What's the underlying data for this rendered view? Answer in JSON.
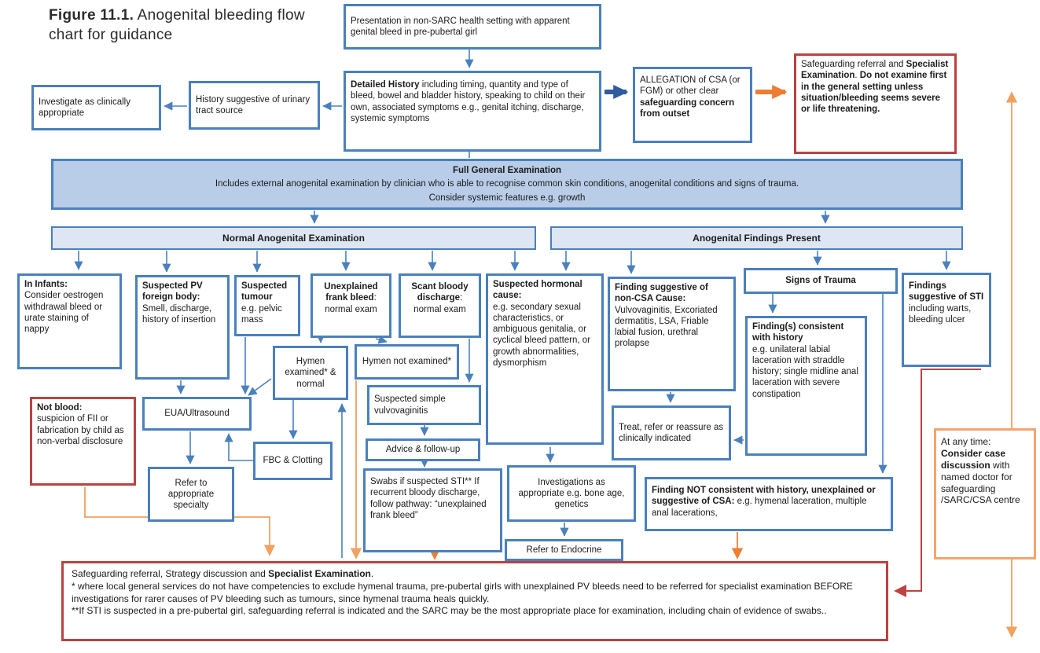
{
  "title": {
    "b": "Figure 11.1.",
    "r": " Anogenital bleeding flow chart for guidance"
  },
  "nodes": {
    "presentation": {
      "text": "Presentation in non-SARC health setting with apparent genital bleed in pre-pubertal girl"
    },
    "detailed_history": {
      "b": "Detailed History",
      "r": " including timing, quantity and type of bleed, bowel and bladder history, speaking to child on their own, associated symptoms e.g., genital itching, discharge, systemic symptoms"
    },
    "allegation": {
      "r1": "ALLEGATION of CSA (or FGM) or other clear ",
      "b": "safeguarding concern from outset"
    },
    "safeguarding_top": {
      "r1": "Safeguarding referral and ",
      "b1": "Specialist Examination",
      "r2": ". ",
      "b2": "Do not examine first in the general setting unless situation/bleeding seems severe or life threatening."
    },
    "investigate": {
      "text": "Investigate as clinically appropriate"
    },
    "urinary": {
      "text": "History suggestive of urinary tract source"
    },
    "full_exam": {
      "b": "Full General Examination",
      "line2": "Includes external anogenital examination by clinician who is able to recognise common skin conditions, anogenital conditions and signs of trauma.",
      "line3": "Consider systemic features e.g. growth"
    },
    "banner_normal": {
      "b": "Normal Anogenital Examination"
    },
    "banner_findings": {
      "b": "Anogenital Findings Present"
    },
    "infants": {
      "b": "In Infants:",
      "r": "Consider oestrogen withdrawal bleed or urate staining of nappy"
    },
    "pv_foreign": {
      "b": "Suspected PV foreign body:",
      "r": "Smell, discharge, history of insertion"
    },
    "tumour": {
      "b": "Suspected tumour",
      "r": "e.g. pelvic mass"
    },
    "unexplained": {
      "b": "Unexplained frank bleed",
      "r": ": normal exam"
    },
    "scant": {
      "b": "Scant bloody discharge",
      "r": ": normal exam"
    },
    "hormonal": {
      "b": "Suspected hormonal cause:",
      "r": "e.g. secondary sexual characteristics, or ambiguous genitalia, or cyclical bleed pattern, or growth abnormalities, dysmorphism"
    },
    "non_csa": {
      "b": "Finding suggestive of non-CSA Cause:",
      "r": "Vulvovaginitis, Excoriated dermatitis, LSA, Friable labial fusion, urethral prolapse"
    },
    "treat": {
      "text": "Treat, refer or reassure as clinically indicated"
    },
    "signs_trauma": {
      "b": "Signs of Trauma"
    },
    "consistent": {
      "b": "Finding(s) consistent with history",
      "r": "e.g. unilateral labial laceration with straddle history; single midline anal laceration with severe constipation"
    },
    "sti": {
      "b": "Findings suggestive of STI",
      "r": " including warts, bleeding ulcer"
    },
    "not_blood": {
      "b": "Not blood:",
      "r": "suspicion of FII or fabrication by child as non-verbal disclosure"
    },
    "eua": {
      "text": "EUA/Ultrasound"
    },
    "refer_specialty": {
      "text": "Refer to appropriate specialty"
    },
    "fbc": {
      "text": "FBC & Clotting"
    },
    "hymen_examined": {
      "text": "Hymen examined* & normal"
    },
    "hymen_not": {
      "text": "Hymen not examined*"
    },
    "vulvovaginitis": {
      "text": "Suspected simple vulvovaginitis"
    },
    "advice": {
      "text": "Advice & follow-up"
    },
    "swabs": {
      "text": "Swabs if suspected STI** If recurrent bloody discharge, follow pathway: “unexplained frank bleed”"
    },
    "investigations": {
      "text": "Investigations as appropriate e.g. bone age, genetics"
    },
    "endocrine": {
      "text": "Refer to Endocrine"
    },
    "finding_not": {
      "b": "Finding NOT consistent with history, unexplained or suggestive of CSA:",
      "r": " e.g. hymenal laceration, multiple anal lacerations,"
    },
    "at_any_time": {
      "r1": "At any time:",
      "b": "Consider case discussion",
      "r2": " with named doctor for safeguarding /SARC/CSA centre"
    },
    "bottom": {
      "l1r": "Safeguarding referral, Strategy discussion and ",
      "l1b": "Specialist Examination",
      "l1end": ".",
      "l2": "* where local general services do not have competencies to exclude hymenal trauma, pre-pubertal girls with unexplained PV bleeds need to be referred for specialist examination BEFORE investigations for rarer causes of PV bleeding such as tumours, since hymenal trauma heals quickly.",
      "l3": "**If STI is suspected in a pre-pubertal girl,  safeguarding referral is indicated and the SARC may be the most appropriate place for examination, including chain of evidence of swabs.."
    }
  },
  "colors": {
    "box_border": "#4a80bd",
    "red_border": "#b94341",
    "orange_border": "#f2a56e",
    "band_fill": "#b9cde8",
    "banner_fill": "#dde6f2",
    "arrow_blue": "#4a80bd",
    "arrow_dark_blue": "#2f5b9f",
    "arrow_orange": "#ed7d31",
    "arrow_light_orange": "#f2a15e",
    "arrow_red": "#bf4340"
  }
}
